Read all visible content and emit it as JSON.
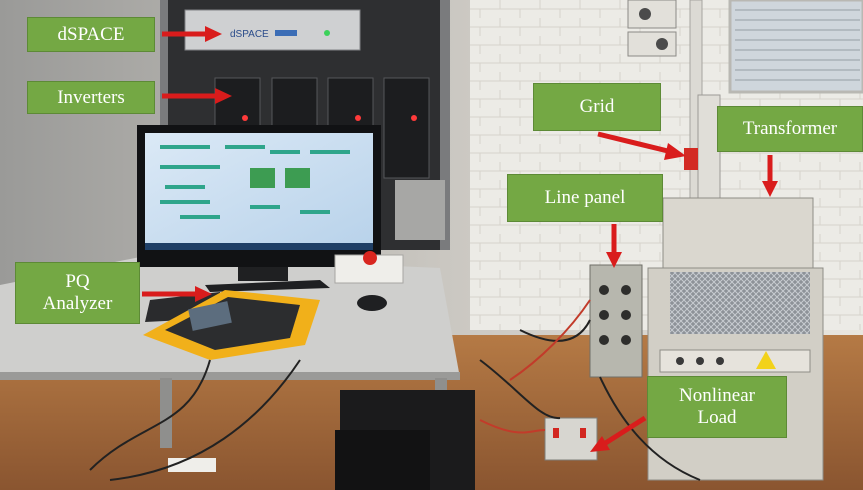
{
  "labels": {
    "dspace": "dSPACE",
    "inverters": "Inverters",
    "grid": "Grid",
    "transformer": "Transformer",
    "line_panel": "Line panel",
    "pq_line1": "PQ",
    "pq_line2": "Analyzer",
    "nonlinear_line1": "Nonlinear",
    "nonlinear_line2": "Load"
  },
  "equipment": {
    "dspace_logo": "dSPACE"
  },
  "colors": {
    "label_bg": "#74a844",
    "label_text": "#ffffff",
    "arrow": "#d91c1c"
  }
}
